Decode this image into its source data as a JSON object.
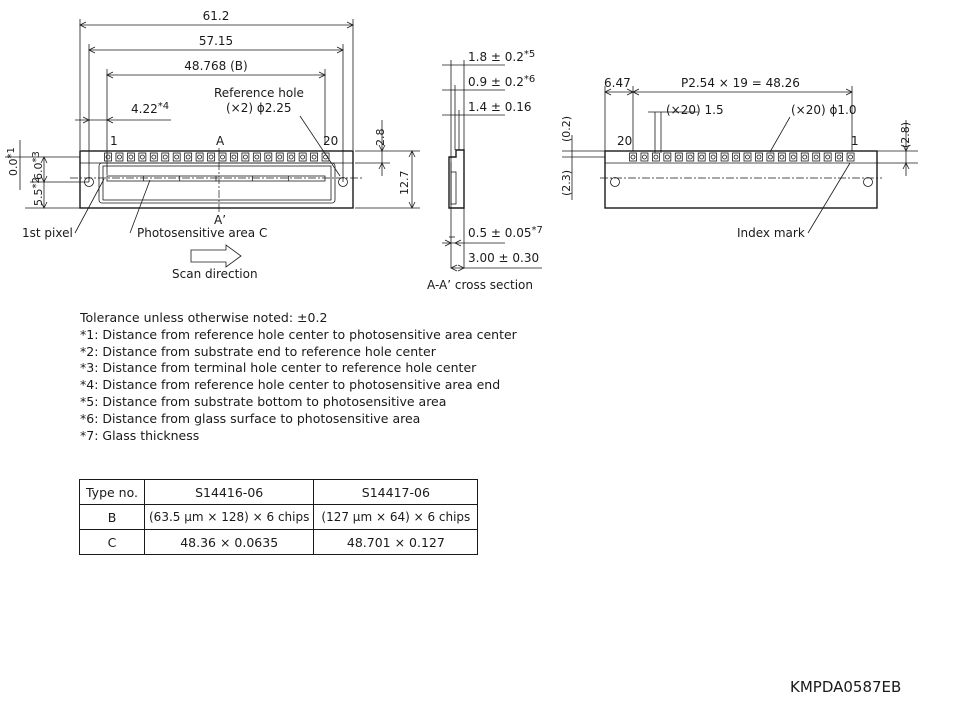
{
  "front_view": {
    "dim_overall": "61.2",
    "dim_hole_pitch": "57.15",
    "dim_active": "48.768 (B)",
    "dim_offset": "4.22",
    "dim_offset_note": "*4",
    "reference_hole_line1": "Reference hole",
    "reference_hole_line2": "(×2) ϕ2.25",
    "pin_first": "1",
    "pin_last": "20",
    "section_a": "A",
    "section_a_prime": "A’",
    "dim_right_small": "2.8",
    "dim_height": "12.7",
    "dim_left_1": "0.0",
    "dim_left_1_note": "*1",
    "dim_left_2": "6.0",
    "dim_left_2_note": "*3",
    "dim_left_3": "5.5",
    "dim_left_3_note": "*2",
    "label_first_pixel": "1st pixel",
    "label_photosensitive": "Photosensitive area C",
    "scan_direction": "Scan direction"
  },
  "cross_section": {
    "dim_top1": "1.8 ± 0.2",
    "dim_top1_note": "*5",
    "dim_top2": "0.9 ± 0.2",
    "dim_top2_note": "*6",
    "dim_top3": "1.4 ± 0.16",
    "dim_bottom1": "0.5 ± 0.05",
    "dim_bottom1_note": "*7",
    "dim_bottom2": "3.00 ± 0.30",
    "title": "A-A’ cross section"
  },
  "back_view": {
    "dim_left": "6.47",
    "dim_pitch": "P2.54 × 19 = 48.26",
    "dim_pad": "(×20) 1.5",
    "dim_pad_hole": "(×20) ϕ1.0",
    "pin_left": "20",
    "pin_right": "1",
    "dim_side_top": "(0.2)",
    "dim_side_bottom": "(2.3)",
    "dim_side_right": "(2.8)",
    "label_index": "Index mark"
  },
  "notes": [
    "Tolerance unless otherwise noted: ±0.2",
    "*1: Distance from reference hole center to photosensitive area center",
    "*2: Distance from substrate end to reference hole center",
    "*3: Distance from terminal hole center to reference hole center",
    "*4: Distance from reference hole center to photosensitive area end",
    "*5: Distance from substrate bottom to photosensitive area",
    "*6: Distance from glass surface to photosensitive area",
    "*7: Glass thickness"
  ],
  "table": {
    "header": [
      "Type no.",
      "S14416-06",
      "S14417-06"
    ],
    "rows": [
      [
        "B",
        "(63.5 µm × 128) × 6 chips",
        "(127 µm × 64) × 6 chips"
      ],
      [
        "C",
        "48.36 × 0.0635",
        "48.701 × 0.127"
      ]
    ]
  },
  "drawing_code": "KMPDA0587EB"
}
